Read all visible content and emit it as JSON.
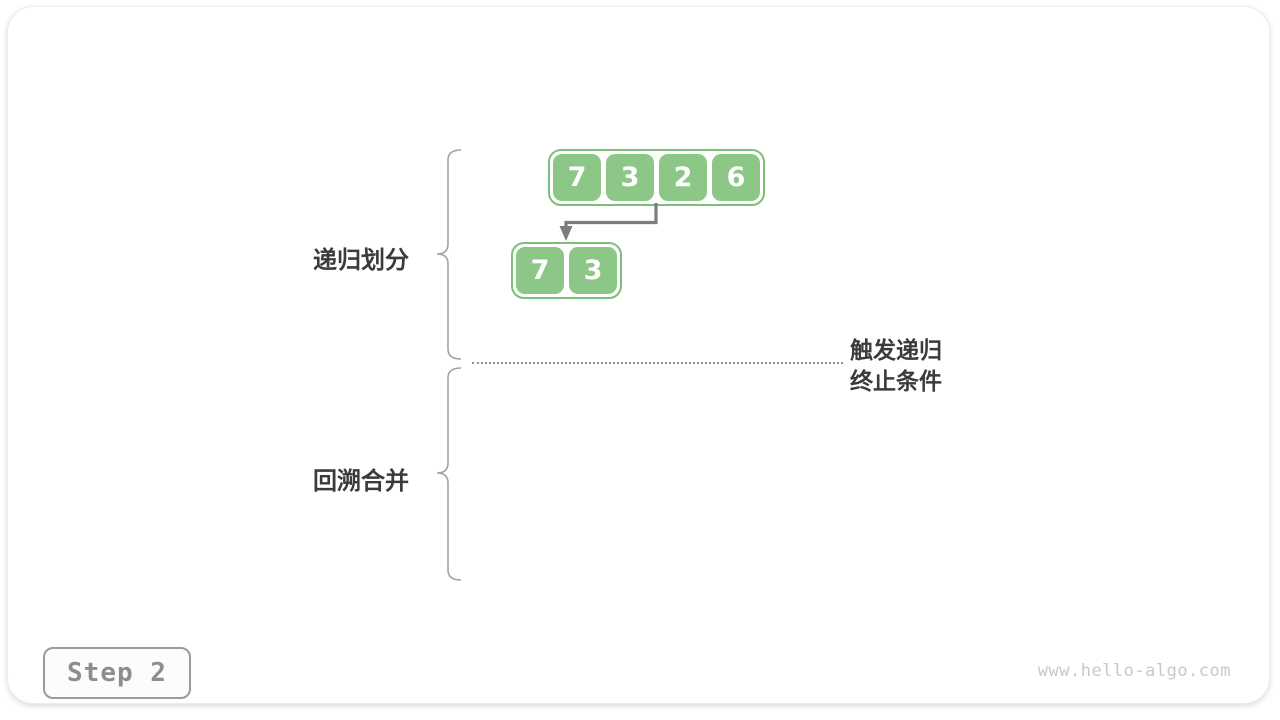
{
  "canvas": {
    "step_badge_label": "Step 2",
    "watermark": "www.hello-algo.com"
  },
  "diagram": {
    "phase_top_label": "递归划分",
    "phase_bottom_label": "回溯合并",
    "annotation_line1": "触发递归",
    "annotation_line2": "终止条件",
    "top_array": {
      "values": [
        "7",
        "3",
        "2",
        "6"
      ]
    },
    "sub_array": {
      "values": [
        "7",
        "3"
      ]
    }
  },
  "colors": {
    "box-green": "#8dc787",
    "box-border-green": "#7ebe78",
    "arrow-gray": "#7d7d7d",
    "brace-gray": "#a3a3a3",
    "dotted-gray": "#8f8f8f",
    "label-dark": "#3b3b3b",
    "step-text-gray": "#8d8d8d",
    "step-border-gray": "#9b9b9b",
    "watermark-gray": "#c8c8c8"
  }
}
